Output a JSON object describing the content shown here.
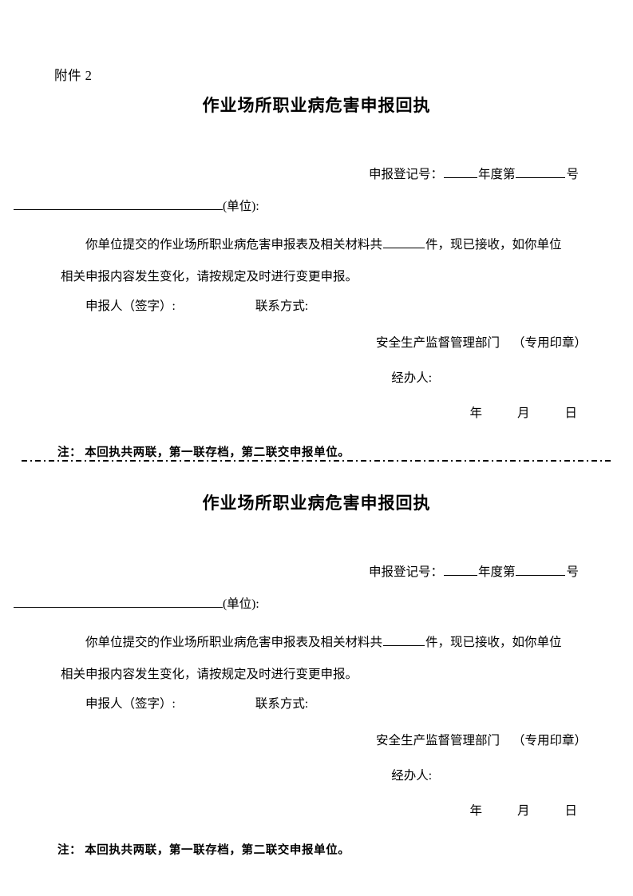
{
  "document": {
    "attachment_label": "附件 2",
    "cut_line": "dash-dot-separator"
  },
  "receipt": {
    "title": "作业场所职业病危害申报回执",
    "reg_number": {
      "label": "申报登记号：",
      "year_suffix": "年度第",
      "number_suffix": "号"
    },
    "unit": {
      "text": "(单位):"
    },
    "body": {
      "line1_before_blank": "你单位提交的作业场所职业病危害申报表及相关材料共",
      "line1_after_blank": "件，现已接收，如你单位",
      "line2": "相关申报内容发生变化，请按规定及时进行变更申报。"
    },
    "signature": {
      "declarant_label": "申报人（签字）:",
      "contact_label": "联系方式:"
    },
    "authority": {
      "department": "安全生产监督管理部门",
      "seal": "（专用印章）"
    },
    "handler_label": "经办人:",
    "date": {
      "year": "年",
      "month": "月",
      "day": "日"
    },
    "note": {
      "label": "注：",
      "text": "本回执共两联，第一联存档，第二联交申报单位。"
    }
  }
}
